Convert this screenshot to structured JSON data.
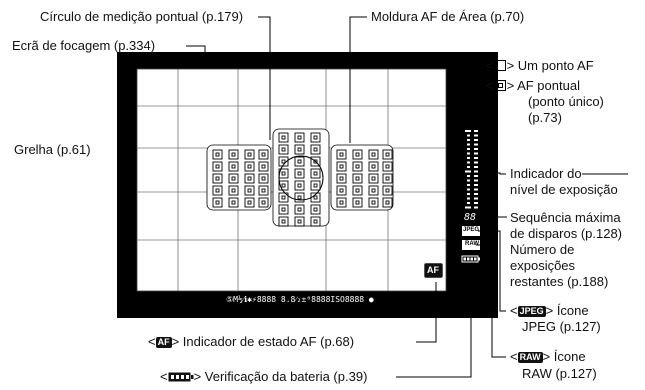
{
  "labels": {
    "spot_circle": "Círculo de medição pontual (p.179)",
    "af_area_frame": "Moldura AF de Área (p.70)",
    "focus_screen": "Ecrã de focagem (p.334)",
    "grid": "Grelha (p.61)",
    "single_af_point": "> Um ponto AF",
    "spot_af": "> AF pontual (ponto único) (p.73)",
    "spot_af_l1": "> AF pontual",
    "spot_af_l2": "(ponto único)",
    "spot_af_l3": "(p.73)",
    "exposure_level": "Indicador do nível de exposição",
    "exposure_level_l1": "Indicador do",
    "exposure_level_l2": "nível de exposição",
    "max_burst": "Sequência máxima de disparos (p.128)",
    "max_burst_l1": "Sequência máxima",
    "max_burst_l2": "de disparos (p.128)",
    "shots_remaining_l1": "Número de",
    "shots_remaining_l2": "exposições",
    "shots_remaining_l3": "restantes (p.188)",
    "jpeg_l1": "> Ícone",
    "jpeg_l2": "JPEG (p.127)",
    "af_status": "> Indicador de estado AF (p.68)",
    "raw_l1": "> Ícone",
    "raw_l2": "RAW (p.127)",
    "battery": "> Verificação da bateria (p.39)",
    "lt": "<"
  },
  "badges": {
    "af": "AF",
    "jpeg": "JPEG",
    "raw": "RAW"
  },
  "viewfinder": {
    "af_indicator": "AF",
    "burst_digits": "88",
    "jpeg_icon": "JPEG",
    "raw_icon": "RAW",
    "bottom_readout": "⑤M½⁄ℹ✱⚡8888  8.8⁄₂±⁰8888ISO8888  ●"
  },
  "icon_names": [
    "single-af-point-icon",
    "spot-af-icon",
    "af-badge-icon",
    "jpeg-badge-icon",
    "raw-badge-icon",
    "battery-icon"
  ]
}
